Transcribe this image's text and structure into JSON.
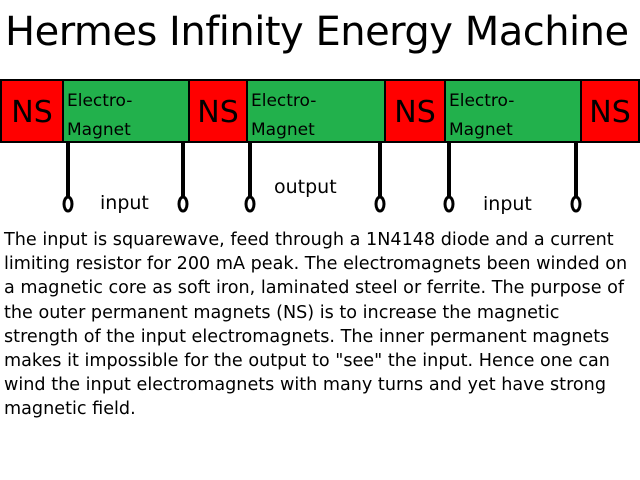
{
  "title": "Hermes Infinity Energy Machine",
  "colors": {
    "permanent_magnet": "#ff0000",
    "electromagnet": "#22b14c",
    "outline": "#000000"
  },
  "magnets": [
    {
      "kind": "permanent",
      "label": "NS"
    },
    {
      "kind": "electro",
      "label_line1": "Electro-",
      "label_line2": "Magnet"
    },
    {
      "kind": "permanent",
      "label": "NS"
    },
    {
      "kind": "electro",
      "label_line1": "Electro-",
      "label_line2": "Magnet"
    },
    {
      "kind": "permanent",
      "label": "NS"
    },
    {
      "kind": "electro",
      "label_line1": "Electro-",
      "label_line2": "Magnet"
    },
    {
      "kind": "permanent",
      "label": "NS"
    }
  ],
  "terminals": [
    {
      "label": "input"
    },
    {
      "label": "output"
    },
    {
      "label": "input"
    }
  ],
  "description": "The input is squarewave, feed through a 1N4148 diode and a current limiting resistor for 200 mA peak. The electromagnets been winded on a magnetic core as soft iron, laminated steel or ferrite. The purpose of the outer permanent magnets (NS) is to increase the magnetic strength of the input electromagnets. The inner permanent magnets makes it impossible for the output to \"see\" the input. Hence one can wind the input electromagnets with many turns and yet have strong magnetic field."
}
